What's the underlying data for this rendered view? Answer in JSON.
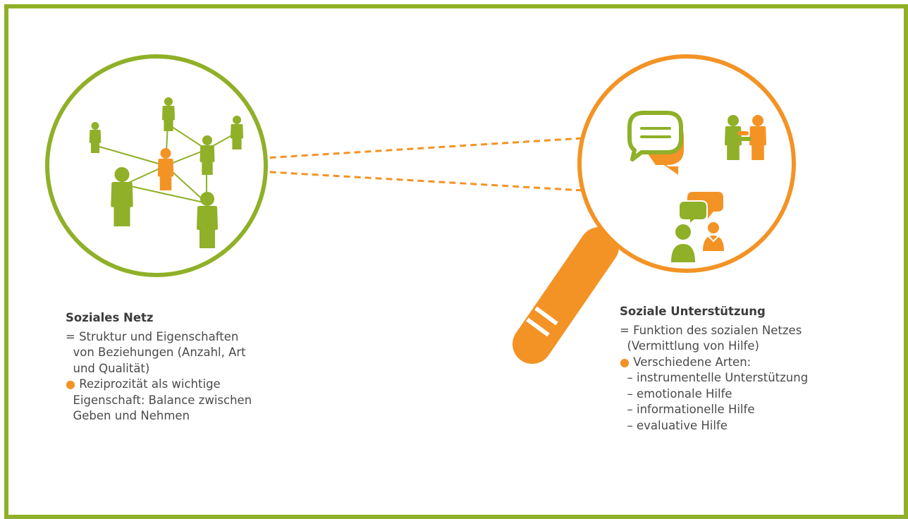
{
  "left": {
    "title": "Soziales Netz",
    "line1": "= Struktur und Eigenschaften",
    "line2": "  von Beziehungen (Anzahl, Art",
    "line3": "  und Qualität)",
    "bullet": "Reziprozität als wichtige",
    "bullet2": "Eigenschaft: Balance zwischen",
    "bullet3": "Geben und Nehmen"
  },
  "right": {
    "title": "Soziale Unterstützung",
    "line1": "= Funktion des sozialen Netzes",
    "line2": "  (Vermittlung von Hilfe)",
    "bullet": "Verschiedene Arten:",
    "items": [
      "– instrumentelle Unterstützung",
      "– emotionale Hilfe",
      "– informationelle Hilfe",
      "– evaluative Hilfe"
    ]
  },
  "colors": {
    "green": "#8fb028",
    "orange": "#f39325",
    "speech_cream": "#fbe6b8"
  },
  "icons": [
    "person-icon",
    "speech-bubble-icon",
    "two-people-icon",
    "conversation-icon",
    "magnifier-handle-icon"
  ]
}
